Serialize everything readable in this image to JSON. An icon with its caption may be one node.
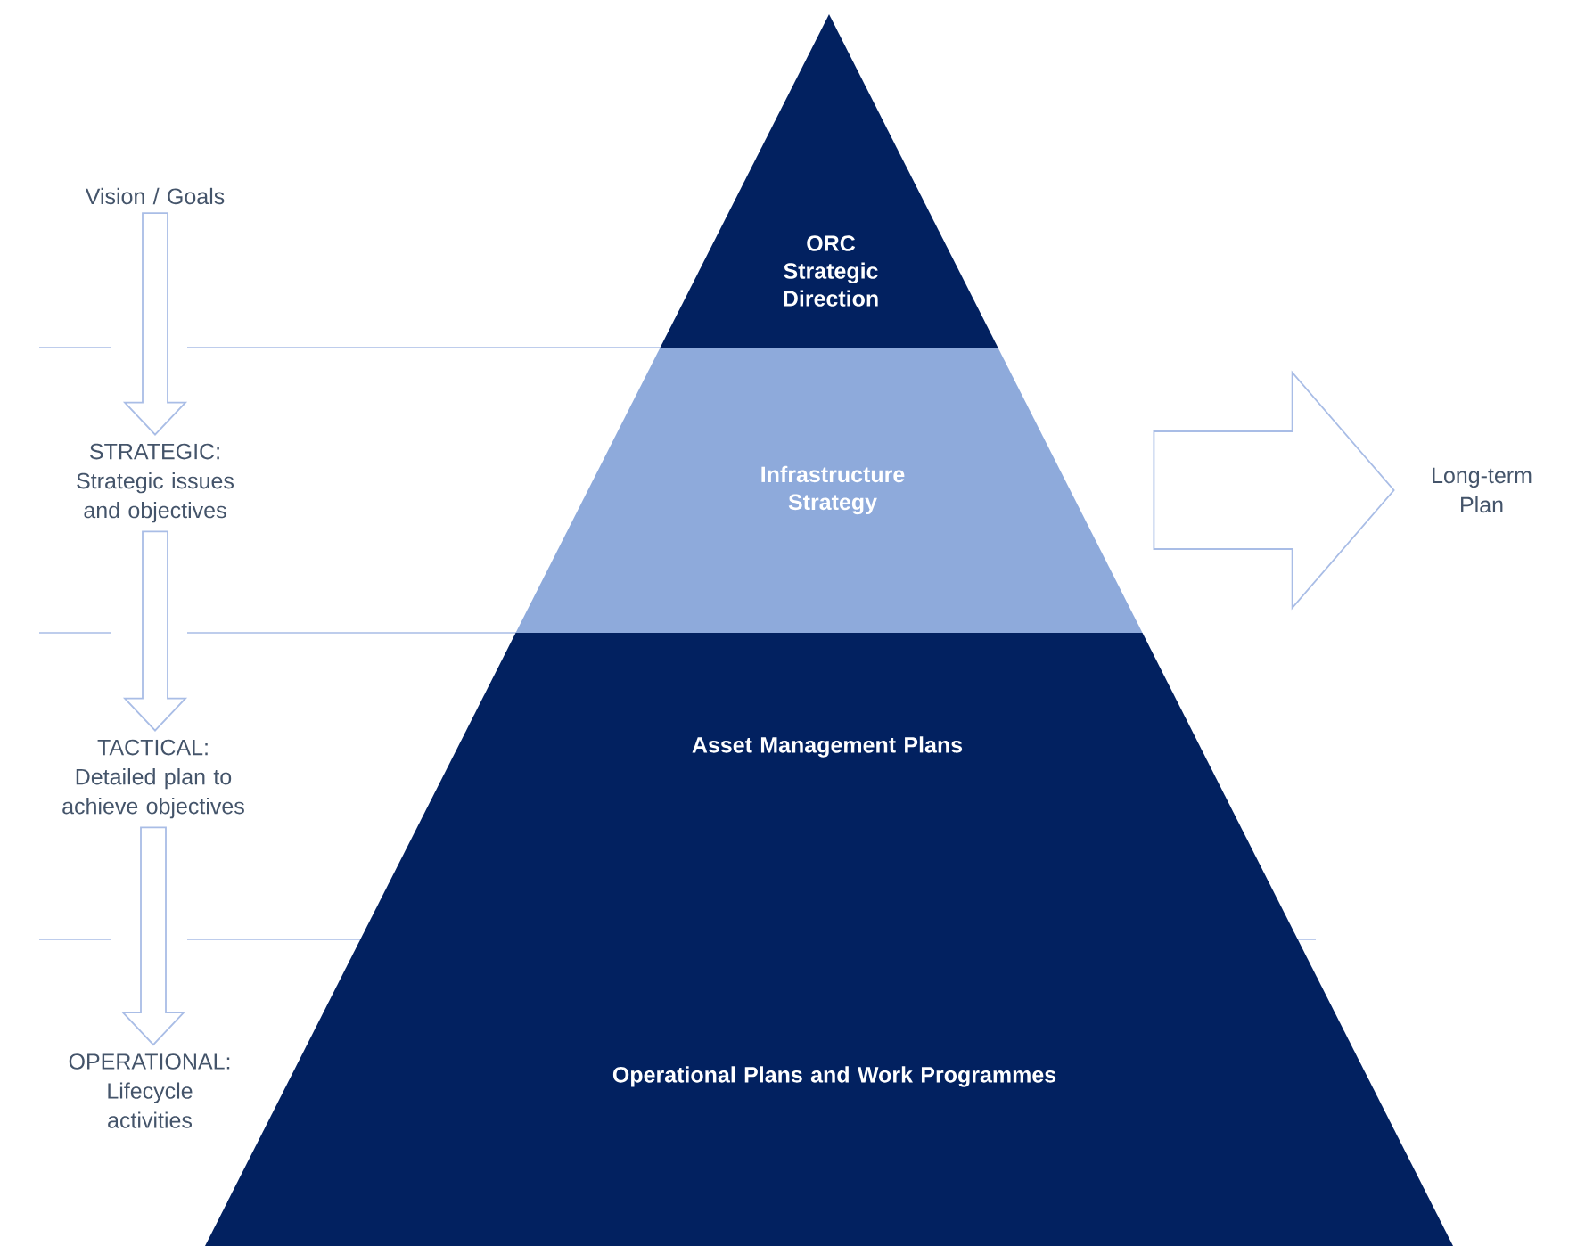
{
  "diagram": {
    "nodes": [
      {
        "text": [
          "ORC Strategic Direction"
        ]
      },
      {
        "text": [
          "Infrastructure Strategy"
        ]
      },
      {
        "text": [
          "Asset Management Plans"
        ]
      },
      {
        "text": [
          "Operational Plans and Work Programmes"
        ]
      },
      {
        "text": [
          "Vision / Goals"
        ]
      },
      {
        "text": [
          "STRATEGIC: Strategic issues and objectives"
        ]
      },
      {
        "text": [
          "TACTICAL: Detailed plan to achieve objectives"
        ]
      },
      {
        "text": [
          "OPERATIONAL: Lifecycle activities"
        ]
      },
      {
        "text": [
          "Long-term Plan"
        ]
      }
    ],
    "edges": [
      {
        "from": 4,
        "to": 5,
        "arrow": "to"
      },
      {
        "from": 5,
        "to": 6,
        "arrow": "to"
      },
      {
        "from": 6,
        "to": 7,
        "arrow": "to"
      },
      {
        "from": 1,
        "to": 8,
        "arrow": "to"
      }
    ]
  }
}
